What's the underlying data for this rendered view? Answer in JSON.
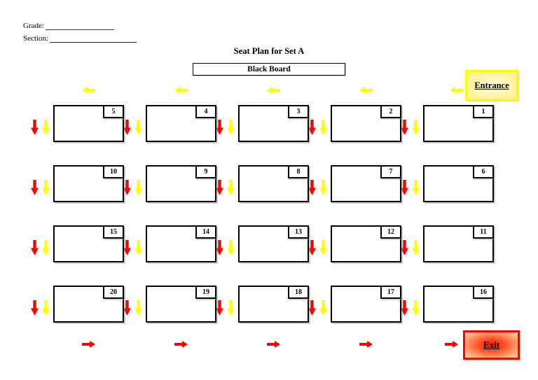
{
  "document": {
    "grade_label": "Grade:",
    "grade_value": "",
    "section_label": "Section:",
    "section_value": "",
    "title": "Seat Plan for Set A",
    "blackboard_label": "Black Board",
    "entrance_label": "Entrance",
    "exit_label": "Exit"
  },
  "seating": {
    "rows": [
      [
        5,
        4,
        3,
        2,
        1
      ],
      [
        10,
        9,
        8,
        7,
        6
      ],
      [
        15,
        14,
        13,
        12,
        11
      ],
      [
        20,
        19,
        18,
        17,
        16
      ]
    ]
  },
  "flow": {
    "top_arrows_direction": "left",
    "bottom_arrows_direction": "right",
    "desk_side_arrows_direction": "down"
  },
  "colors": {
    "arrow_red": "#ff0000",
    "arrow_yellow": "#ffff00",
    "entrance_border": "#ffff00",
    "entrance_fill_center": "#fffbd8",
    "entrance_fill_edge": "#ffef8a",
    "exit_border": "#ff0000",
    "exit_fill_center": "#ff1400",
    "exit_fill_edge": "#ffd6ae",
    "desk_border": "#000000"
  }
}
